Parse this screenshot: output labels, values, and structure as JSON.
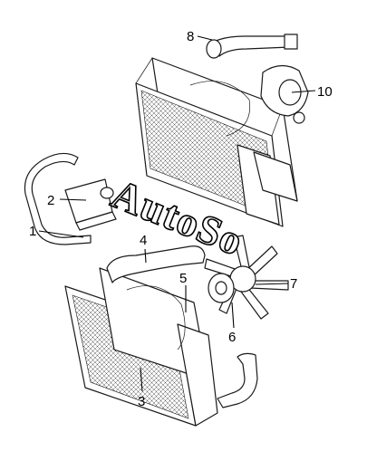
{
  "watermark": "AutoSo",
  "callouts": {
    "c1": "1",
    "c2": "2",
    "c3": "3",
    "c4": "4",
    "c5": "5",
    "c6": "6",
    "c7": "7",
    "c8": "8",
    "c10": "10"
  }
}
